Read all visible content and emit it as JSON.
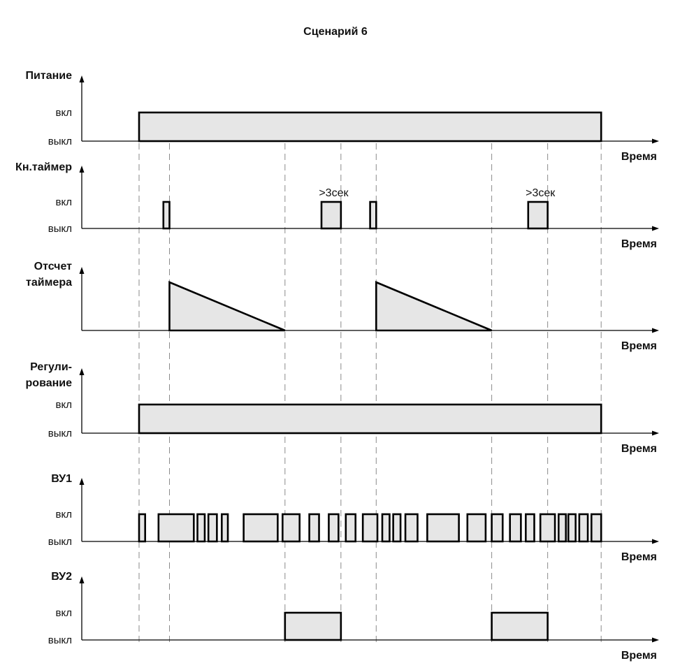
{
  "title": "Сценарий 6",
  "time_label": "Время",
  "on_label": "вкл",
  "off_label": "выкл",
  "duration_note": ">3сек",
  "colors": {
    "fill": "#e6e6e6",
    "line": "#000000",
    "guide": "#8a8a8a"
  },
  "signals": [
    {
      "id": "power",
      "label": [
        "Питание"
      ],
      "has_states": true,
      "shape": "pulses",
      "pulses": [
        [
          0.0,
          19.0
        ]
      ]
    },
    {
      "id": "timer_button",
      "label": [
        "Кн.таймер"
      ],
      "has_states": true,
      "shape": "pulses",
      "pulses": [
        [
          1.0,
          1.25
        ],
        [
          7.5,
          8.3
        ],
        [
          9.5,
          9.75
        ],
        [
          16.0,
          16.8
        ]
      ],
      "notes": [
        {
          "t": 8.0,
          "text_key": "duration_note"
        },
        {
          "t": 16.5,
          "text_key": "duration_note"
        }
      ]
    },
    {
      "id": "timer_count",
      "label": [
        "Отсчет",
        "таймера"
      ],
      "has_states": false,
      "shape": "ramps",
      "ramps": [
        [
          1.25,
          6.0
        ],
        [
          9.75,
          14.5
        ]
      ]
    },
    {
      "id": "regulation",
      "label": [
        "Регули-",
        "рование"
      ],
      "has_states": true,
      "shape": "pulses",
      "pulses": [
        [
          0.0,
          19.0
        ]
      ]
    },
    {
      "id": "vu1",
      "label": [
        "ВУ1"
      ],
      "has_states": true,
      "shape": "pulses",
      "pulses": [
        [
          0.0,
          0.25
        ],
        [
          0.8,
          2.25
        ],
        [
          2.4,
          2.7
        ],
        [
          2.85,
          3.2
        ],
        [
          3.4,
          3.65
        ],
        [
          4.3,
          5.7
        ],
        [
          5.9,
          6.6
        ],
        [
          7.0,
          7.4
        ],
        [
          7.8,
          8.2
        ],
        [
          8.5,
          8.9
        ],
        [
          9.2,
          9.8
        ],
        [
          10.0,
          10.3
        ],
        [
          10.45,
          10.75
        ],
        [
          10.95,
          11.45
        ],
        [
          11.85,
          13.15
        ],
        [
          13.5,
          14.25
        ],
        [
          14.5,
          14.95
        ],
        [
          15.25,
          15.7
        ],
        [
          15.9,
          16.25
        ],
        [
          16.5,
          17.1
        ],
        [
          17.25,
          17.55
        ],
        [
          17.65,
          17.95
        ],
        [
          18.1,
          18.45
        ],
        [
          18.6,
          19.0
        ]
      ]
    },
    {
      "id": "vu2",
      "label": [
        "ВУ2"
      ],
      "has_states": true,
      "shape": "pulses",
      "pulses": [
        [
          6.0,
          8.3
        ],
        [
          14.5,
          16.8
        ]
      ]
    }
  ],
  "guide_times": [
    0.0,
    1.25,
    6.0,
    8.3,
    9.75,
    14.5,
    16.8,
    19.0
  ]
}
